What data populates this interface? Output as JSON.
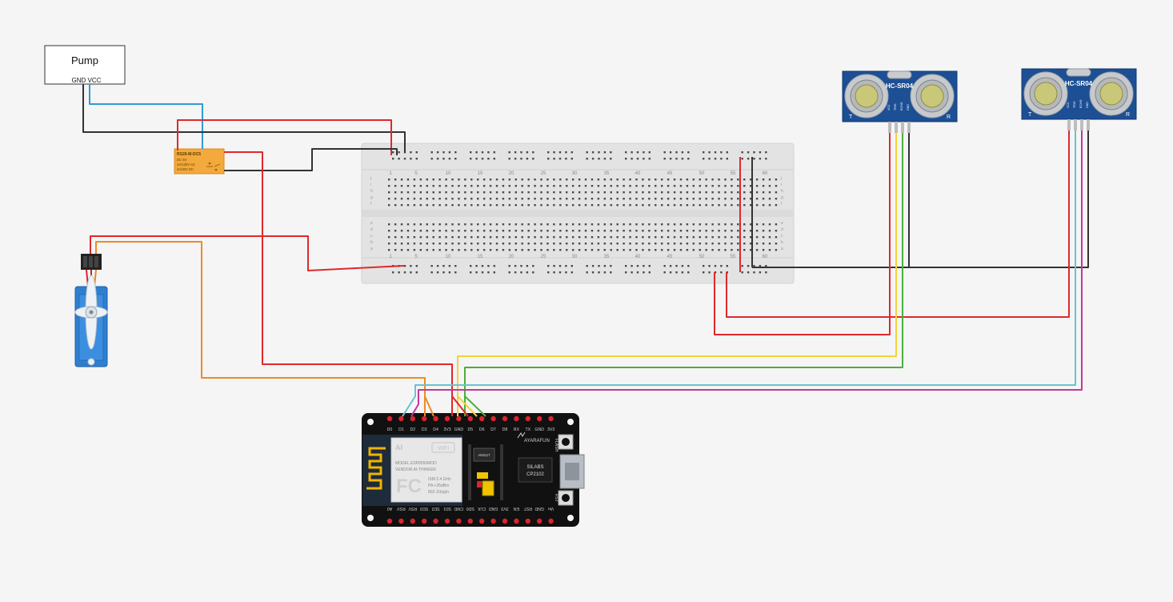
{
  "pump": {
    "title": "Pump",
    "pins": "GND VCC"
  },
  "relay": {
    "model": "RS26-M-DC5",
    "line1": "DC 5V",
    "line2": "1A/125V AC",
    "line3": "2A/30V DC"
  },
  "sensors": [
    {
      "label": "HC-SR04",
      "pins": [
        "VCC",
        "TRIG",
        "ECHO",
        "GND"
      ],
      "t": "T",
      "r": "R"
    },
    {
      "label": "HC-SR04",
      "pins": [
        "VCC",
        "TRIG",
        "ECHO",
        "GND"
      ],
      "t": "T",
      "r": "R"
    }
  ],
  "breadboard": {
    "columns": [
      "1",
      "5",
      "10",
      "15",
      "20",
      "25",
      "30",
      "35",
      "40",
      "45",
      "50",
      "55",
      "60"
    ],
    "rows_top": [
      "j",
      "i",
      "h",
      "g",
      "f"
    ],
    "rows_bottom": [
      "e",
      "d",
      "c",
      "b",
      "a"
    ]
  },
  "mcu": {
    "top_pins": [
      "D0",
      "D1",
      "D2",
      "D3",
      "D4",
      "3V3",
      "GND",
      "D5",
      "D6",
      "D7",
      "D8",
      "RX",
      "TX",
      "GND",
      "3V3"
    ],
    "bottom_pins": [
      "A0",
      "RSV",
      "RSV",
      "SD3",
      "SD2",
      "SD1",
      "CMD",
      "SD0",
      "CLK",
      "GND",
      "3V3",
      "EN",
      "RST",
      "GND",
      "Vin"
    ],
    "module_model": "MODEL  ESP8266MOD",
    "module_vendor": "VENDOR  AI-THINKER",
    "module_ism": "ISM   2.4 GHz",
    "module_pa": "PA   +25dBm",
    "module_std": "802.11b/g/n",
    "fcc": "FC",
    "wifi": "WiFi",
    "regulator": "AM1117",
    "brand": "AYARAFUN",
    "usb_chip_line1": "SILABS",
    "usb_chip_line2": "CP2102",
    "flash_label": "FLASH",
    "rst_label": "RST"
  },
  "colors": {
    "wire_red": "#e0282b",
    "wire_black": "#333333",
    "wire_blue": "#2e9bd6",
    "wire_orange": "#ef8a25",
    "wire_yellow": "#f2d23b",
    "wire_green": "#4caf3a",
    "wire_cyan": "#6ac2cf",
    "wire_magenta": "#c2389b",
    "sensor_board": "#1d4f94",
    "relay": "#f3a93b",
    "servo": "#2f7fd0",
    "mcu_board": "#111111"
  }
}
